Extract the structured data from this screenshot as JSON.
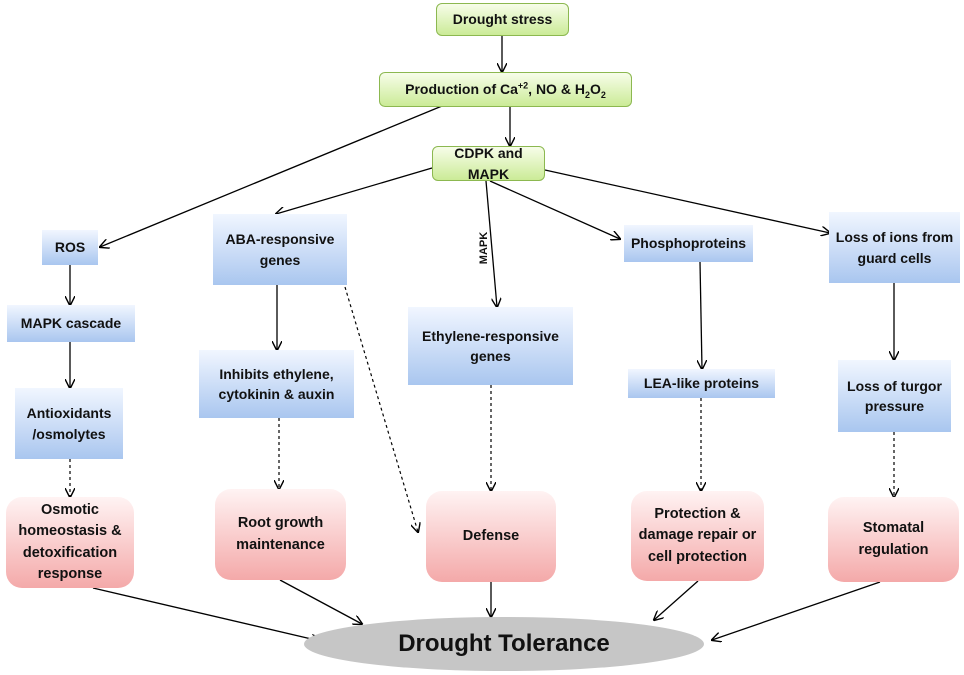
{
  "nodes": {
    "drought_stress": "Drought stress",
    "production_prefix": "Production of Ca",
    "production_sup": "+2",
    "production_mid": ", NO & H",
    "production_sub1": "2",
    "production_o": "O",
    "production_sub2": "2",
    "cdpk_mapk": "CDPK and MAPK",
    "ros": "ROS",
    "mapk_cascade": "MAPK cascade",
    "antioxidants": "Antioxidants /osmolytes",
    "osmotic": "Osmotic homeostasis & detoxification response",
    "aba": "ABA-responsive genes",
    "inhibits": "Inhibits ethylene, cytokinin & auxin",
    "root_growth": "Root growth maintenance",
    "ethylene": "Ethylene-responsive genes",
    "defense": "Defense",
    "phosphoproteins": "Phosphoproteins",
    "lea": "LEA-like proteins",
    "protection": "Protection & damage repair or cell protection",
    "loss_ions": "Loss of ions from guard cells",
    "loss_turgor": "Loss of turgor pressure",
    "stomatal": "Stomatal regulation",
    "tolerance": "Drought Tolerance"
  },
  "edge_labels": {
    "mapk": "MAPK"
  },
  "colors": {
    "green_fill": "#cbeb97",
    "blue_fill": "#a9c6ef",
    "pink_fill": "#f4a9a9",
    "ellipse_fill": "#c6c6c6",
    "line": "#000000"
  }
}
